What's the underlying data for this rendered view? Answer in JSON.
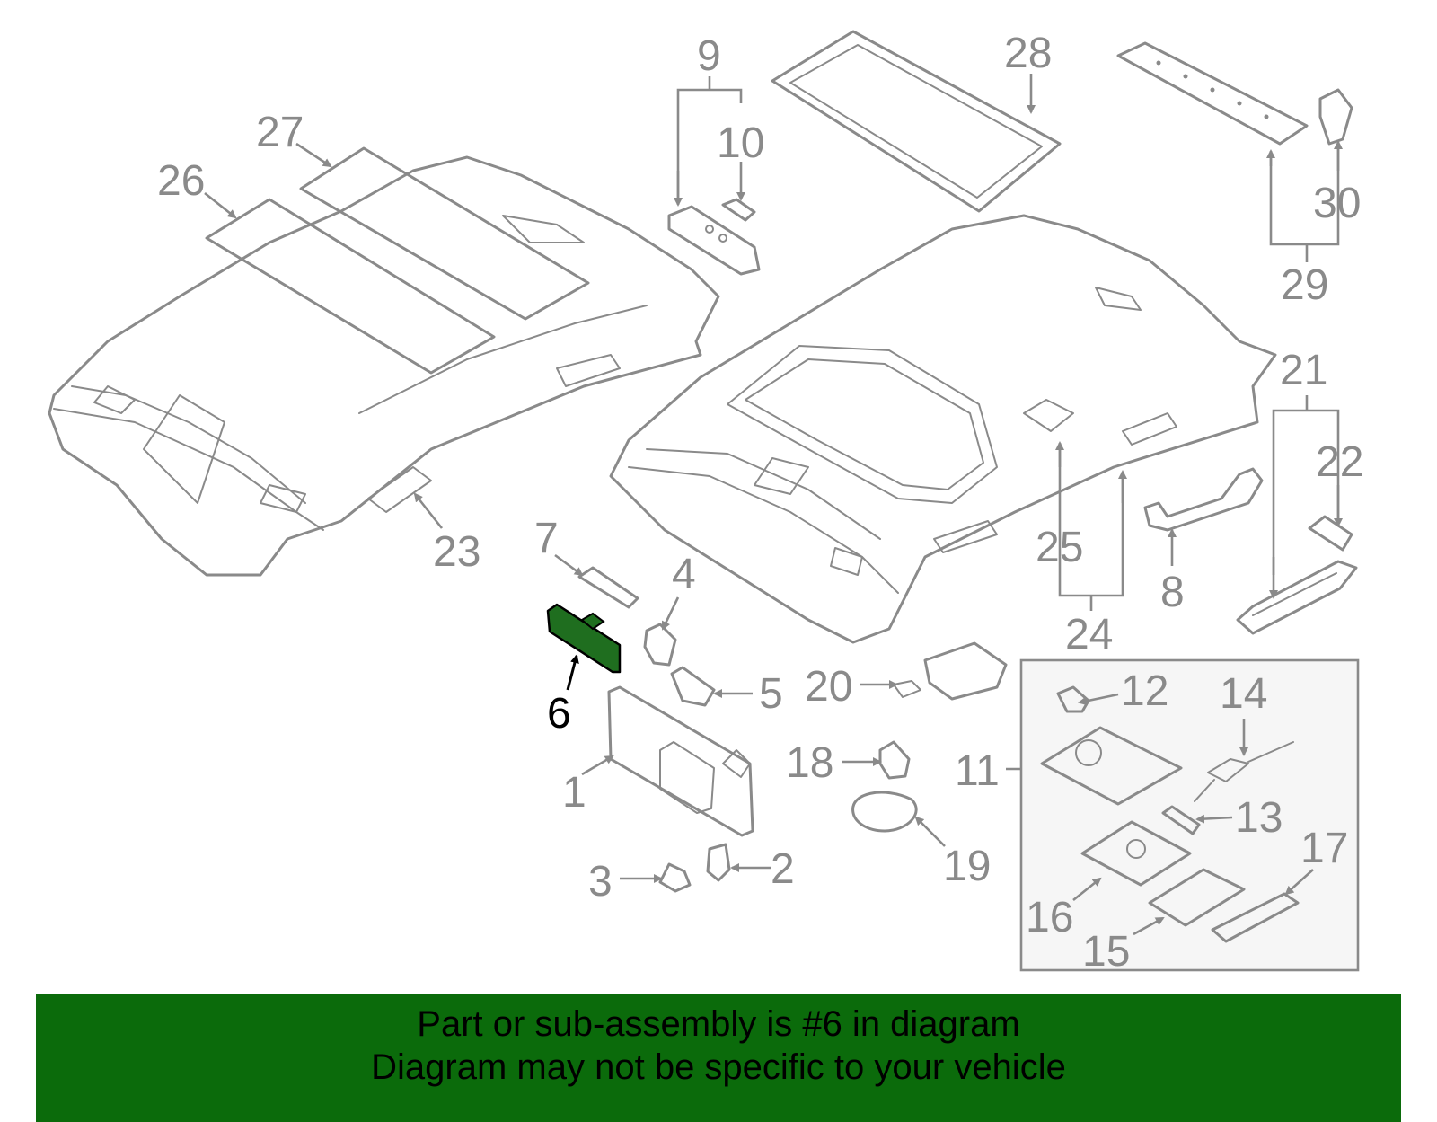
{
  "callouts": {
    "c1": "1",
    "c2": "2",
    "c3": "3",
    "c4": "4",
    "c5": "5",
    "c6": "6",
    "c7": "7",
    "c8": "8",
    "c9": "9",
    "c10": "10",
    "c11": "11",
    "c12": "12",
    "c13": "13",
    "c14": "14",
    "c15": "15",
    "c16": "16",
    "c17": "17",
    "c18": "18",
    "c19": "19",
    "c20": "20",
    "c21": "21",
    "c22": "22",
    "c23": "23",
    "c24": "24",
    "c25": "25",
    "c26": "26",
    "c27": "27",
    "c28": "28",
    "c29": "29",
    "c30": "30"
  },
  "highlighted_part": "6",
  "banner": {
    "line1": "Part or sub-assembly is #6 in diagram",
    "line2": "Diagram may not be specific to your vehicle"
  },
  "colors": {
    "line_art": "#8a8a8a",
    "highlight_fill": "#1f6e1f",
    "banner_bg": "#0b6b0b"
  }
}
